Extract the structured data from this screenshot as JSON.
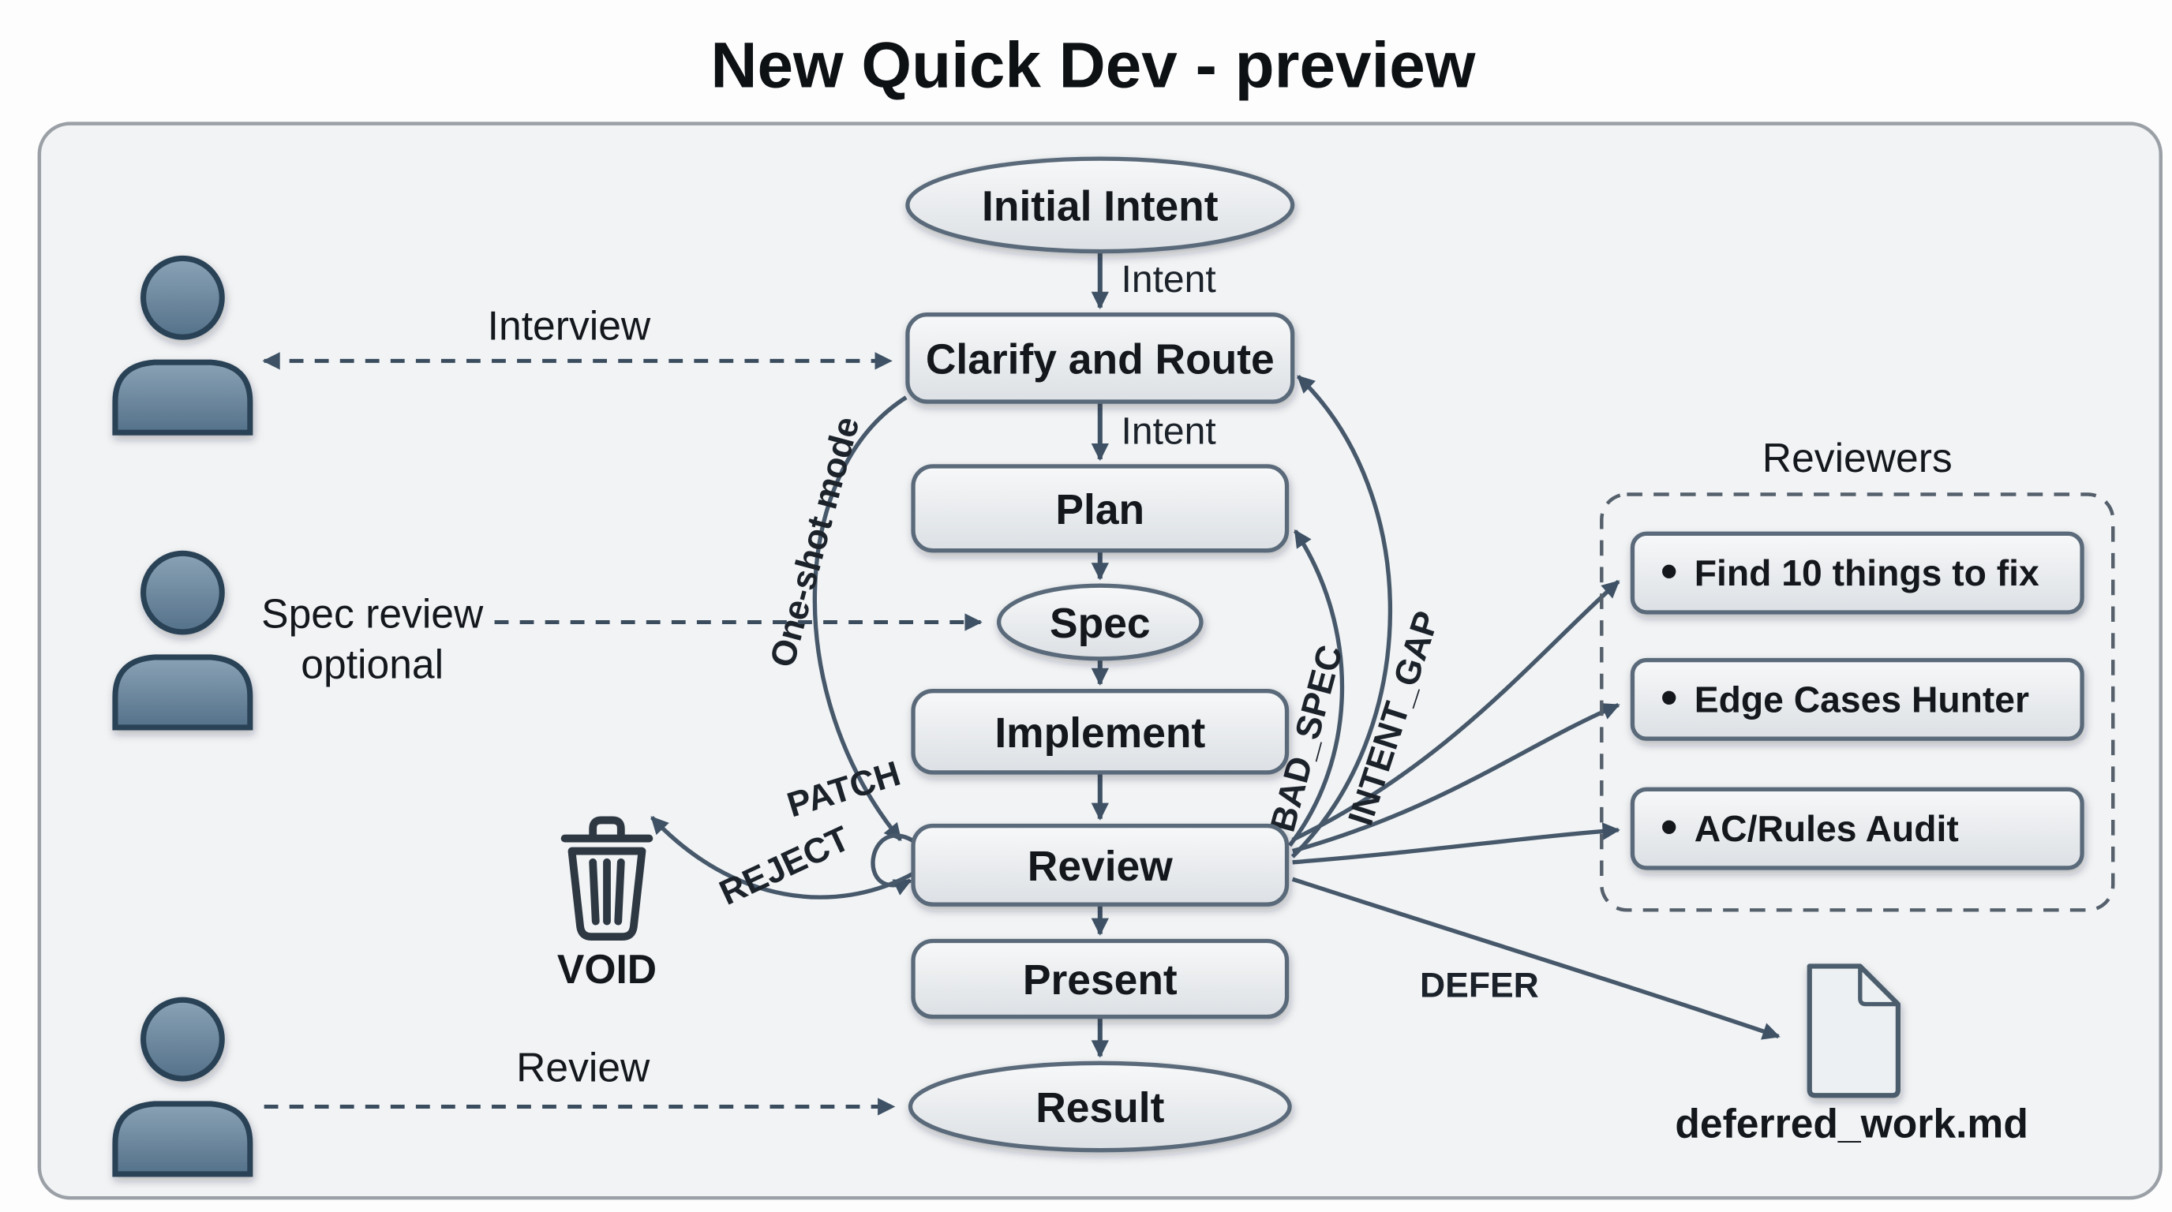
{
  "title": "New Quick Dev - preview",
  "colors": {
    "canvas_bg": "#f1f3f5",
    "node_stroke": "#5a6b7a",
    "node_fill_top": "#f7f8f9",
    "node_fill_bottom": "#dce0e4",
    "arrow": "#3f5265",
    "person_fill": "#7b95a9",
    "text": "#14181d"
  },
  "flow": {
    "nodes": [
      {
        "id": "initial-intent",
        "shape": "ellipse",
        "label": "Initial Intent"
      },
      {
        "id": "clarify-and-route",
        "shape": "rect",
        "label": "Clarify and Route"
      },
      {
        "id": "plan",
        "shape": "rect",
        "label": "Plan"
      },
      {
        "id": "spec",
        "shape": "ellipse",
        "label": "Spec"
      },
      {
        "id": "implement",
        "shape": "rect",
        "label": "Implement"
      },
      {
        "id": "review",
        "shape": "rect",
        "label": "Review"
      },
      {
        "id": "present",
        "shape": "rect",
        "label": "Present"
      },
      {
        "id": "result",
        "shape": "ellipse",
        "label": "Result"
      }
    ],
    "edges": {
      "intent_1": "Intent",
      "intent_2": "Intent",
      "one_shot": "One-shot mode",
      "patch": "PATCH",
      "reject": "REJECT",
      "bad_spec": "BAD_SPEC",
      "intent_gap": "INTENT_GAP",
      "defer": "DEFER"
    }
  },
  "humans": {
    "top": {
      "label": "Interview"
    },
    "middle": {
      "line1": "Spec review",
      "line2": "optional"
    },
    "bottom": {
      "label": "Review"
    }
  },
  "void_bin": {
    "label": "VOID"
  },
  "reviewers": {
    "title": "Reviewers",
    "bullet": "•",
    "items": [
      {
        "label": "Find 10 things to fix"
      },
      {
        "label": "Edge Cases Hunter"
      },
      {
        "label": "AC/Rules Audit"
      }
    ]
  },
  "deferred_doc": {
    "label": "deferred_work.md"
  }
}
